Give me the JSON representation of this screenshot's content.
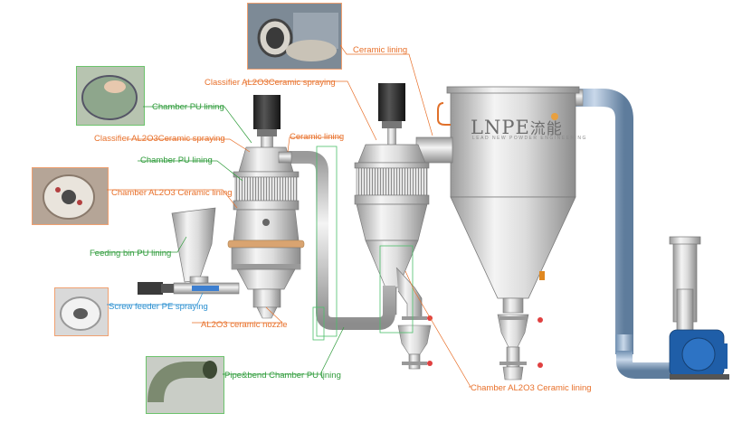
{
  "brand": {
    "logo": "LNPE",
    "logo_cn": "流能",
    "logo_sub": "LEAD NEW POWDER ENGINEERING"
  },
  "labels": [
    {
      "id": "ceramic-lining-top",
      "text": "Ceramic lining",
      "color": "#e8702a"
    },
    {
      "id": "classifier-spraying-right",
      "text": "Classifier AL2O3Ceramic spraying",
      "color": "#e8702a"
    },
    {
      "id": "chamber-pu-lining-1",
      "text": "Chamber PU lining",
      "color": "#2e9b3a"
    },
    {
      "id": "classifier-spraying-left",
      "text": "Classifier AL2O3Ceramic spraying",
      "color": "#e8702a"
    },
    {
      "id": "ceramic-lining-mid",
      "text": "Ceramic lining",
      "color": "#e8702a"
    },
    {
      "id": "chamber-pu-lining-2",
      "text": "Chamber PU lining",
      "color": "#2e9b3a"
    },
    {
      "id": "chamber-al2o3-left",
      "text": "Chamber AL2O3 Ceramic lining",
      "color": "#e8702a"
    },
    {
      "id": "feeding-bin",
      "text": "Feeding bin PU lining",
      "color": "#2e9b3a"
    },
    {
      "id": "screw-feeder",
      "text": "Screw feeder PE spraying",
      "color": "#2a8fd0"
    },
    {
      "id": "nozzle",
      "text": "AL2O3 ceramic nozzle",
      "color": "#e8702a"
    },
    {
      "id": "pipe-bend",
      "text": "Pipe&bend Chamber PU lining",
      "color": "#2e9b3a"
    },
    {
      "id": "chamber-al2o3-bottom",
      "text": "Chamber AL2O3 Ceramic lining",
      "color": "#e8702a"
    }
  ]
}
